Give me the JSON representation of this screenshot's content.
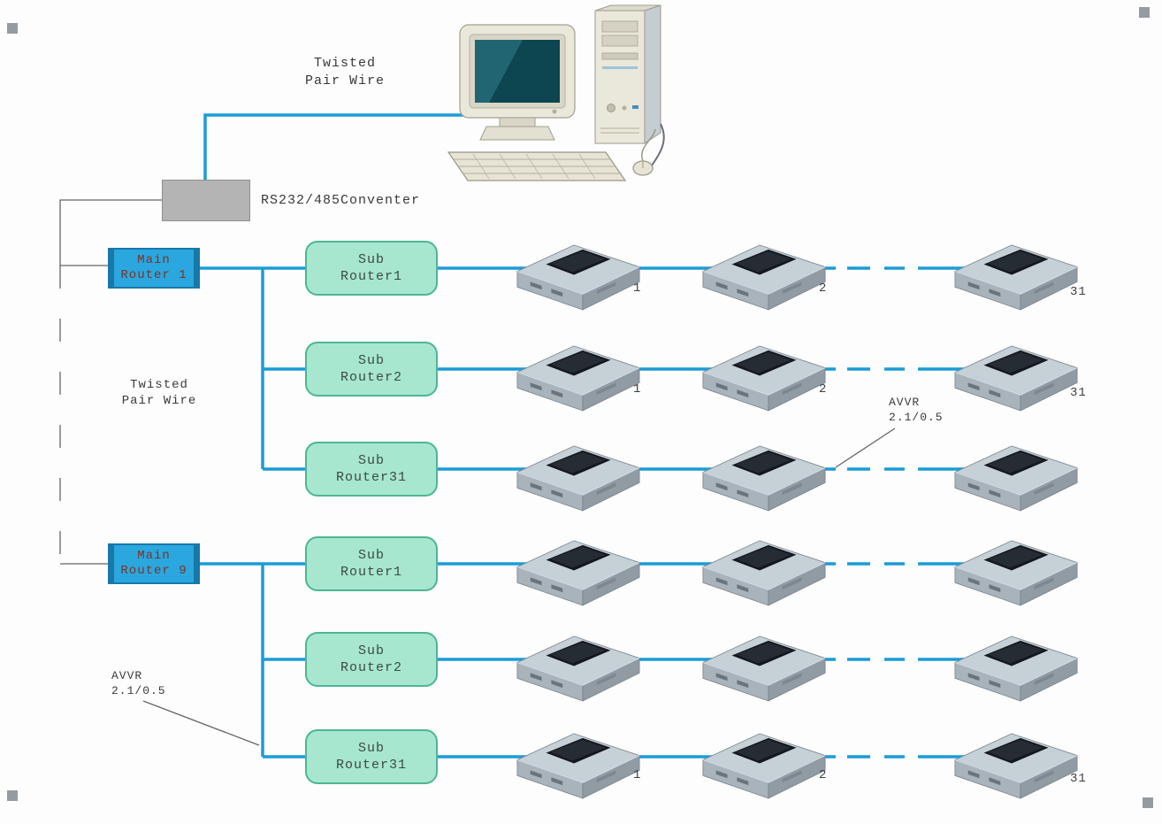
{
  "colors": {
    "wire_blue": "#1b9cd8",
    "main_router_fill": "#2aa7df",
    "main_router_border": "#1878a8",
    "sub_router_fill": "#a7e7cf",
    "sub_router_border": "#4db694",
    "converter_fill": "#b4b4b4"
  },
  "top_label": {
    "line1": "Twisted",
    "line2": "Pair Wire"
  },
  "converter_label": "RS232/485Conventer",
  "mid_left_label": {
    "line1": "Twisted",
    "line2": "Pair Wire"
  },
  "avvr_right": {
    "line1": "AVVR",
    "line2": "2.1/0.5"
  },
  "avvr_left": {
    "line1": "AVVR",
    "line2": "2.1/0.5"
  },
  "main_routers": [
    {
      "line1": "Main",
      "line2": "Router 1"
    },
    {
      "line1": "Main",
      "line2": "Router 9"
    }
  ],
  "rows": [
    {
      "sub_router": {
        "line1": "Sub",
        "line2": "Router1"
      },
      "devices": [
        "1",
        "2",
        "31"
      ]
    },
    {
      "sub_router": {
        "line1": "Sub",
        "line2": "Router2"
      },
      "devices": [
        "1",
        "2",
        "31"
      ]
    },
    {
      "sub_router": {
        "line1": "Sub",
        "line2": "Router31"
      },
      "devices": [
        "",
        "",
        ""
      ]
    },
    {
      "sub_router": {
        "line1": "Sub",
        "line2": "Router1"
      },
      "devices": [
        "",
        "",
        ""
      ]
    },
    {
      "sub_router": {
        "line1": "Sub",
        "line2": "Router2"
      },
      "devices": [
        "",
        "",
        ""
      ]
    },
    {
      "sub_router": {
        "line1": "Sub",
        "line2": "Router31"
      },
      "devices": [
        "1",
        "2",
        "31"
      ]
    }
  ]
}
